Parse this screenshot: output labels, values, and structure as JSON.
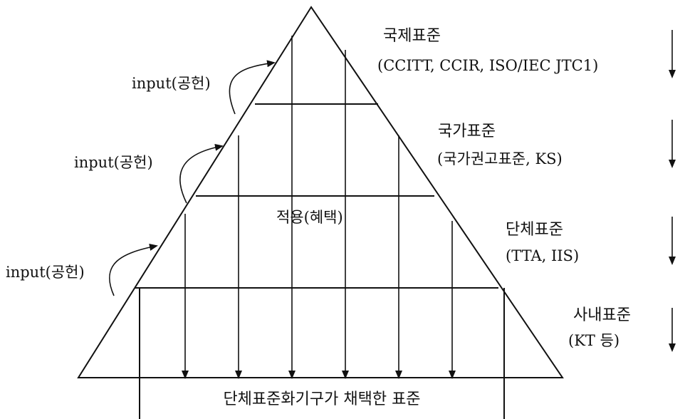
{
  "levels": [
    {
      "name": "국제표준",
      "detail": "(CCITT, CCIR, ISO/IEC JTC1)"
    },
    {
      "name": "국가표준",
      "detail": "(국가권고표준, KS)"
    },
    {
      "name": "단체표준",
      "detail": "(TTA, IIS)"
    },
    {
      "name": "사내표준",
      "detail": "(KT 등)"
    }
  ],
  "input_labels": [
    "input(공헌)",
    "input(공헌)",
    "input(공헌)"
  ],
  "apply_label": "적용(혜택)",
  "bottom_label": "단체표준화기구가 채택한 표준"
}
